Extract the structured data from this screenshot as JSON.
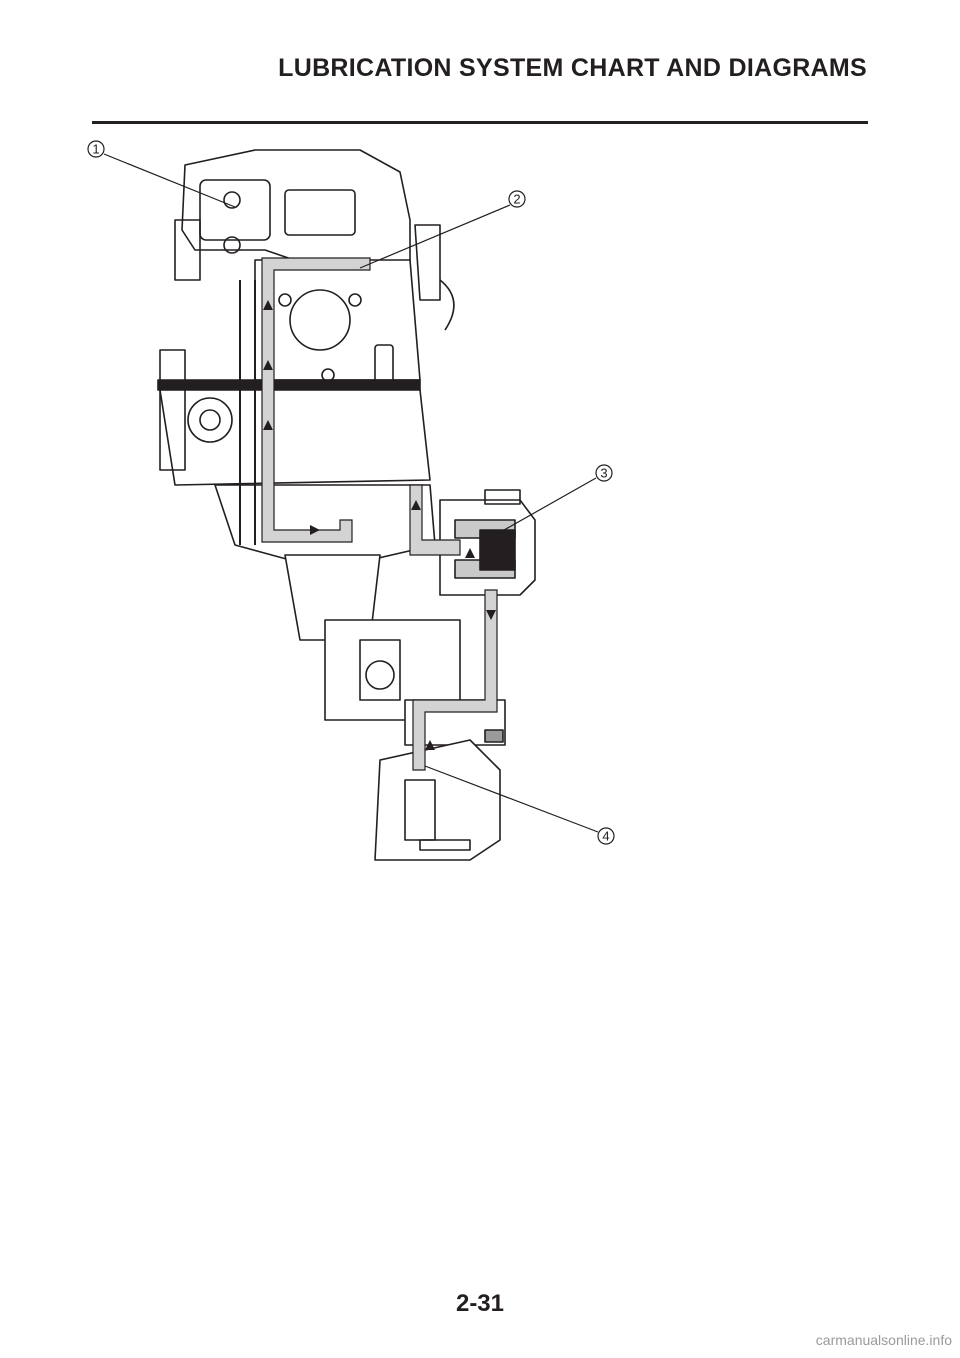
{
  "header": {
    "title": "LUBRICATION SYSTEM CHART AND DIAGRAMS"
  },
  "diagram": {
    "callouts": [
      {
        "id": "callout-1",
        "label": "1"
      },
      {
        "id": "callout-2",
        "label": "2"
      },
      {
        "id": "callout-3",
        "label": "3"
      },
      {
        "id": "callout-4",
        "label": "4"
      }
    ]
  },
  "footer": {
    "page_number": "2-31"
  },
  "watermark": {
    "text": "carmanualsonline.info"
  }
}
